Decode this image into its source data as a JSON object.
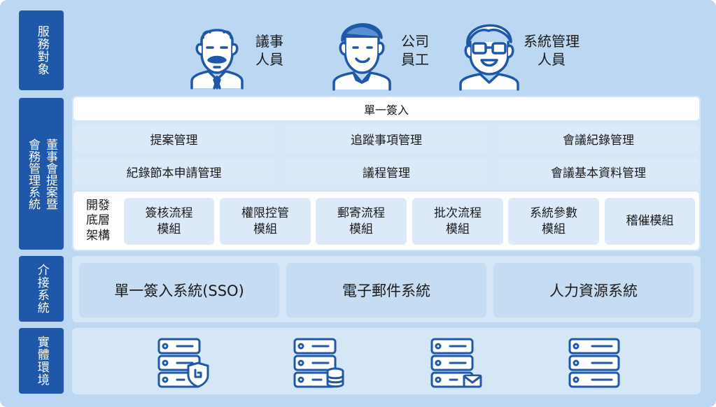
{
  "colors": {
    "accent": "#1f58a8",
    "background": "#bcd7f2",
    "panel": "#d5e6f7",
    "box": "#dbe9f8",
    "icon_stroke": "#1f58a8"
  },
  "sections": {
    "users": "服務對象",
    "meeting_col1": "董事會提案暨",
    "meeting_col2": "會務管理系統",
    "interface": "介接系統",
    "environment": "實體環境"
  },
  "users": [
    {
      "label": "議事\n人員",
      "icon": "person-bald-mustache-icon"
    },
    {
      "label": "公司\n員工",
      "icon": "person-employee-icon"
    },
    {
      "label": "系統管理\n人員",
      "icon": "person-glasses-icon"
    }
  ],
  "sso_bar": "單一簽入",
  "modules_row1": [
    "提案管理",
    "追蹤事項管理",
    "會議紀錄管理"
  ],
  "modules_row2": [
    "紀錄節本申請管理",
    "議程管理",
    "會議基本資料管理"
  ],
  "framework_title": "開發\n底層\n架構",
  "framework_modules": [
    "簽核流程\n模組",
    "權限控管\n模組",
    "郵寄流程\n模組",
    "批次流程\n模組",
    "系統參數\n模組",
    "稽催模組"
  ],
  "interfaces": [
    "單一簽入系統(SSO)",
    "電子郵件系統",
    "人力資源系統"
  ],
  "servers": [
    {
      "icon": "server-shield-icon"
    },
    {
      "icon": "server-database-icon"
    },
    {
      "icon": "server-mail-icon"
    },
    {
      "icon": "server-icon"
    }
  ]
}
